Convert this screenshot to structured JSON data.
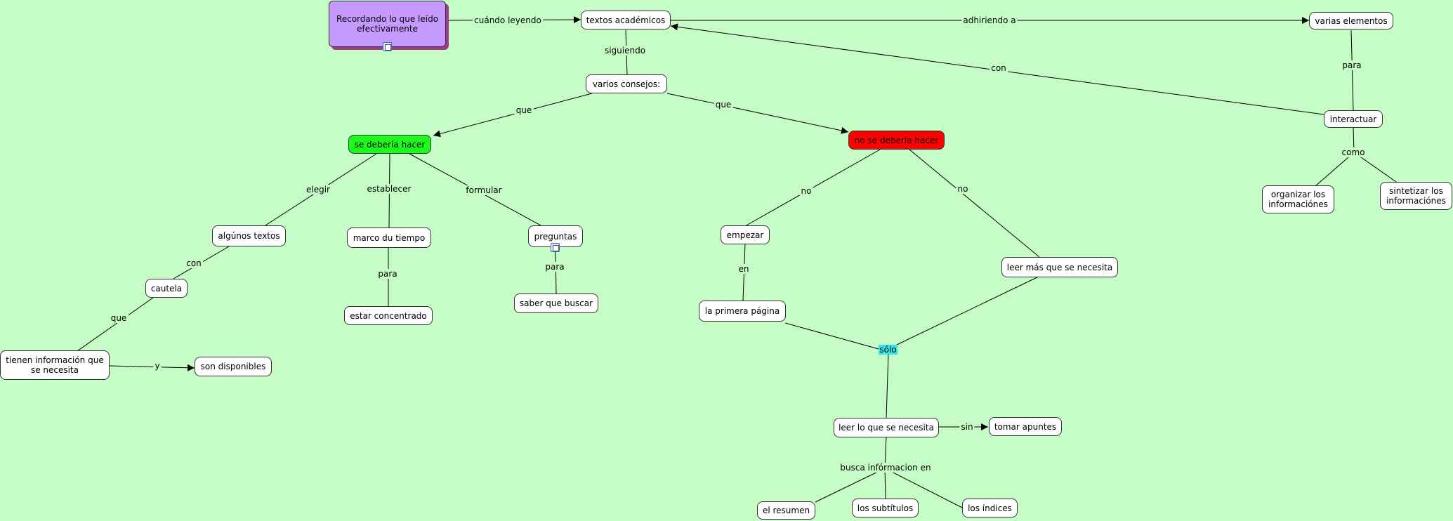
{
  "nodes": {
    "root": "Recordando lo que leído efectivamente",
    "textos": "textos académicos",
    "varias": "varias elementos",
    "consejos": "varios consejos:",
    "interactuar": "interactuar",
    "se_deberia": "se debería hacer",
    "no_se_deberia": "no se debería hacer",
    "organizar": "organizar los informaciónes",
    "sintetizar": "sintetizar los informaciónes",
    "algunos": "algúnos textos",
    "marco": "marco du tiempo",
    "preguntas": "preguntas",
    "empezar": "empezar",
    "leer_mas": "leer más que se necesita",
    "cautela": "cautela",
    "concentrado": "estar concentrado",
    "saber": "saber que buscar",
    "primera": "la primera página",
    "tienen": "tienen información que se necesita",
    "disponibles": "son disponibles",
    "solo": "sólo",
    "leer_lo": "leer lo que se necesita",
    "apuntes": "tomar apuntes",
    "resumen": "el resumen",
    "subtitulos": "los subtítulos",
    "indices": "los índices"
  },
  "links": {
    "cuando": "cuándo leyendo",
    "adhiriendo": "adhiriendo a",
    "siguiendo": "siguiendo",
    "para1": "para",
    "con1": "con",
    "que1": "que",
    "que2": "que",
    "como": "como",
    "elegir": "elegir",
    "establecer": "establecer",
    "formular": "formular",
    "no1": "no",
    "no2": "no",
    "con2": "con",
    "para2": "para",
    "para3": "para",
    "en": "en",
    "que3": "que",
    "y": "y",
    "sin": "sin",
    "busca": "busca infórmacion en"
  },
  "icons": [
    "document-icon",
    "image-icon"
  ],
  "colors": {
    "background": "#c6fdc6",
    "root": "#c699ff",
    "root_shadow": "#a23a8c",
    "should": "#1dfb1d",
    "should_not": "#ff0000",
    "solo": "#2fe8ee"
  }
}
